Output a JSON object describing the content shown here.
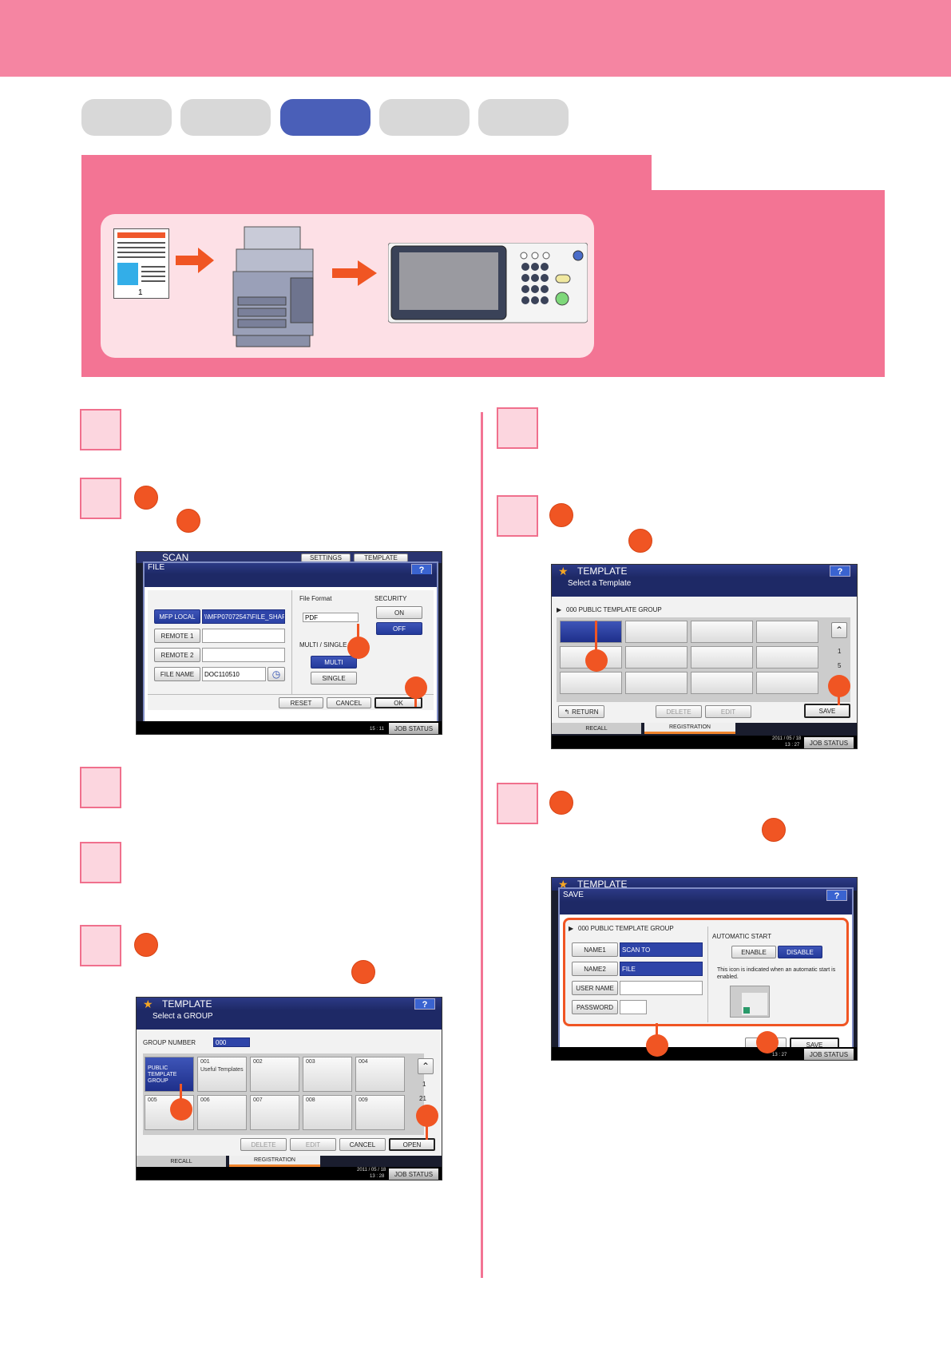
{
  "screens": {
    "scan_file": {
      "app_title": "SCAN",
      "settings_tab": "SETTINGS",
      "template_tab": "TEMPLATE",
      "dialog_title": "FILE",
      "help": "?",
      "mfp_local": "MFP LOCAL",
      "mfp_path": "\\\\MFP07072547\\FILE_SHARE",
      "remote1": "REMOTE 1",
      "remote2": "REMOTE 2",
      "file_name_label": "FILE NAME",
      "file_name_value": "DOC110510",
      "file_format_label": "File Format",
      "file_format_value": "PDF",
      "multi_single_label": "MULTI / SINGLE",
      "multi": "MULTI",
      "single": "SINGLE",
      "security_label": "SECURITY",
      "on": "ON",
      "off": "OFF",
      "reset": "RESET",
      "cancel": "CANCEL",
      "ok": "OK",
      "time": "15 : 11",
      "job_status": "JOB STATUS"
    },
    "template_group": {
      "title": "TEMPLATE",
      "subtitle": "Select a GROUP",
      "help": "?",
      "group_number_label": "GROUP NUMBER",
      "group_number_value": "000",
      "cells": [
        {
          "num": "",
          "label": "PUBLIC TEMPLATE GROUP"
        },
        {
          "num": "001",
          "label": "Useful Templates"
        },
        {
          "num": "002",
          "label": ""
        },
        {
          "num": "003",
          "label": ""
        },
        {
          "num": "004",
          "label": ""
        },
        {
          "num": "005",
          "label": ""
        },
        {
          "num": "006",
          "label": ""
        },
        {
          "num": "007",
          "label": ""
        },
        {
          "num": "008",
          "label": ""
        },
        {
          "num": "009",
          "label": ""
        }
      ],
      "page_current": "1",
      "page_total": "21",
      "delete": "DELETE",
      "edit": "EDIT",
      "cancel": "CANCEL",
      "open": "OPEN",
      "recall": "RECALL",
      "registration": "REGISTRATION",
      "date": "2011 / 05 / 18",
      "time": "13 : 28",
      "job_status": "JOB STATUS"
    },
    "template_select": {
      "title": "TEMPLATE",
      "subtitle": "Select a Template",
      "help": "?",
      "group_name": "000  PUBLIC TEMPLATE GROUP",
      "page_current": "1",
      "page_total": "5",
      "return": "RETURN",
      "delete": "DELETE",
      "edit": "EDIT",
      "save": "SAVE",
      "recall": "RECALL",
      "registration": "REGISTRATION",
      "date": "2011 / 05 / 18",
      "time": "13 : 27",
      "job_status": "JOB STATUS"
    },
    "template_save": {
      "title": "TEMPLATE",
      "dialog_title": "SAVE",
      "help": "?",
      "group_name": "000  PUBLIC TEMPLATE GROUP",
      "name1_label": "NAME1",
      "name1_value": "SCAN TO",
      "name2_label": "NAME2",
      "name2_value": "FILE",
      "user_name_label": "USER NAME",
      "password_label": "PASSWORD",
      "auto_start_label": "AUTOMATIC START",
      "enable": "ENABLE",
      "disable": "DISABLE",
      "icon_note": "This icon is indicated when an automatic start is enabled.",
      "save": "SAVE",
      "time": "13 : 27",
      "job_status": "JOB STATUS"
    }
  },
  "illustration": {
    "page_number": "1"
  },
  "colors": {
    "accent_pink": "#f37494",
    "callout_orange": "#f05523",
    "active_tab_blue": "#4a5fb8"
  }
}
